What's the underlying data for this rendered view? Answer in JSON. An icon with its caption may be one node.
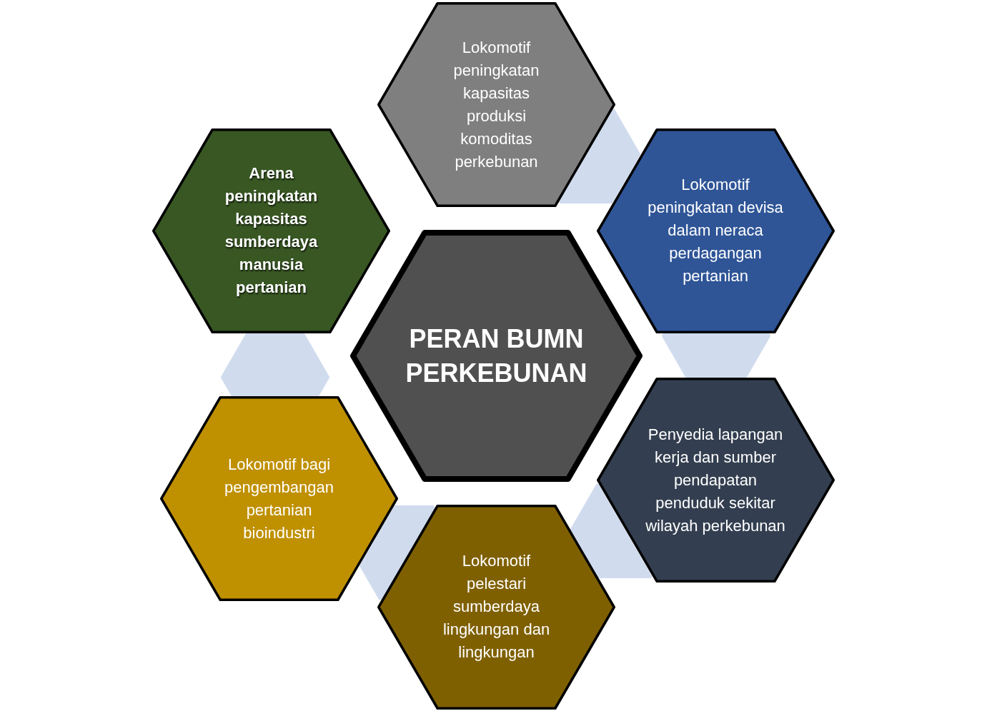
{
  "diagram": {
    "nodes": [
      {
        "text": [
          "PERAN BUMN PERKEBUNAN"
        ]
      },
      {
        "text": [
          "Lokomotif peningkatan kapasitas produksi komoditas perkebunan"
        ]
      },
      {
        "text": [
          "Lokomotif peningkatan devisa dalam neraca perdagangan pertanian"
        ]
      },
      {
        "text": [
          "Penyedia lapangan kerja dan sumber pendapatan penduduk sekitar wilayah perkebunan"
        ]
      },
      {
        "text": [
          "Lokomotif pelestari sumberdaya lingkungan dan lingkungan"
        ]
      },
      {
        "text": [
          "Lokomotif bagi pengembangan pertanian bioindustri"
        ]
      },
      {
        "text": [
          "Arena peningkatan kapasitas sumberdaya manusia pertanian"
        ]
      },
      {
        "text": [],
        "shape": "hexagon"
      },
      {
        "text": [],
        "shape": "hexagon"
      },
      {
        "text": [],
        "shape": "hexagon"
      },
      {
        "text": [],
        "shape": "hexagon"
      },
      {
        "text": [],
        "shape": "hexagon"
      }
    ]
  }
}
